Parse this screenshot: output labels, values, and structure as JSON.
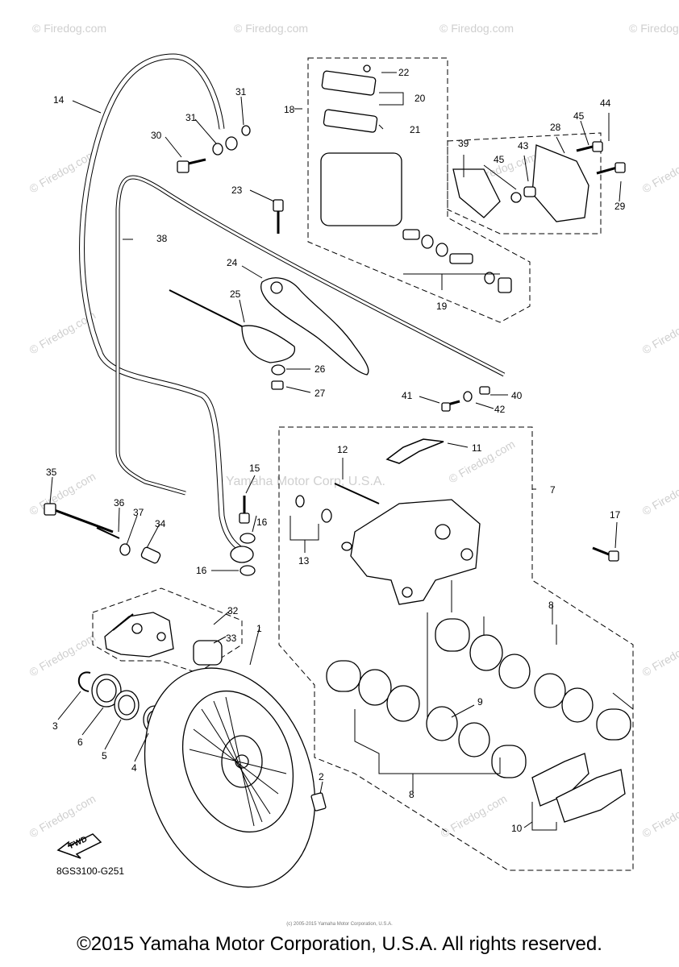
{
  "diagram": {
    "watermark_text": "© Firedog.com",
    "center_watermark": "Yamaha Motor Corp, U.S.A.",
    "drawing_code": "8GS3100-G251",
    "direction_label": "FWD",
    "callouts": {
      "c1": "1",
      "c2": "2",
      "c3": "3",
      "c4": "4",
      "c5": "5",
      "c6": "6",
      "c7": "7",
      "c8a": "8",
      "c8b": "8",
      "c9": "9",
      "c10": "10",
      "c11": "11",
      "c12": "12",
      "c13": "13",
      "c14": "14",
      "c15": "15",
      "c16a": "16",
      "c16b": "16",
      "c17": "17",
      "c18": "18",
      "c19": "19",
      "c20": "20",
      "c21": "21",
      "c22": "22",
      "c23": "23",
      "c24": "24",
      "c25": "25",
      "c26": "26",
      "c27": "27",
      "c28": "28",
      "c29": "29",
      "c30": "30",
      "c31a": "31",
      "c31b": "31",
      "c32": "32",
      "c33": "33",
      "c34": "34",
      "c35": "35",
      "c36": "36",
      "c37": "37",
      "c38": "38",
      "c39": "39",
      "c40": "40",
      "c41": "41",
      "c42": "42",
      "c43": "43",
      "c44": "44",
      "c45a": "45",
      "c45b": "45"
    }
  },
  "footer": {
    "small_text": "(c) 2005-2015 Yamaha Motor Corporation, U.S.A.",
    "copyright": "©2015 Yamaha Motor Corporation, U.S.A. All rights reserved."
  }
}
